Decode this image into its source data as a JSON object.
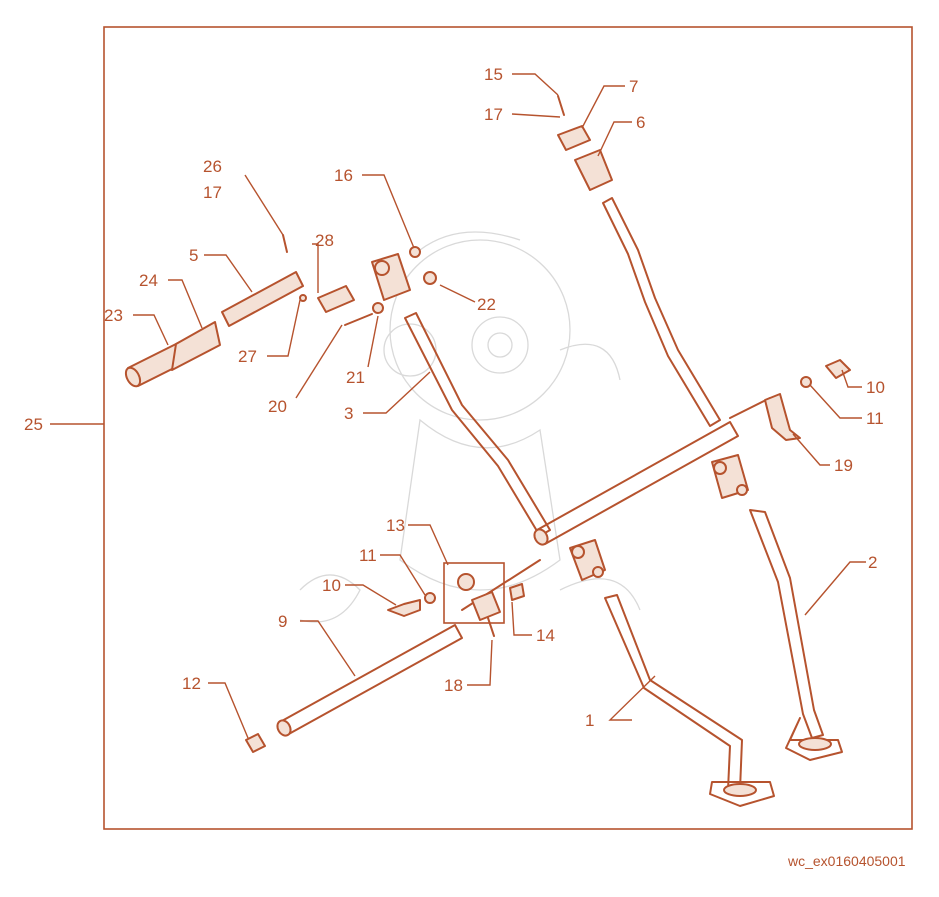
{
  "diagram": {
    "part_labels": [
      "1",
      "2",
      "3",
      "5",
      "6",
      "7",
      "9",
      "10",
      "10",
      "11",
      "11",
      "12",
      "13",
      "14",
      "15",
      "16",
      "17",
      "17",
      "18",
      "19",
      "20",
      "21",
      "22",
      "23",
      "24",
      "25",
      "26",
      "27",
      "28"
    ],
    "reference_code": "wc_ex0160405001",
    "colors": {
      "line": "#b6532e",
      "fill": "#f4e1d6",
      "watermark": "#d9d9d9"
    }
  }
}
